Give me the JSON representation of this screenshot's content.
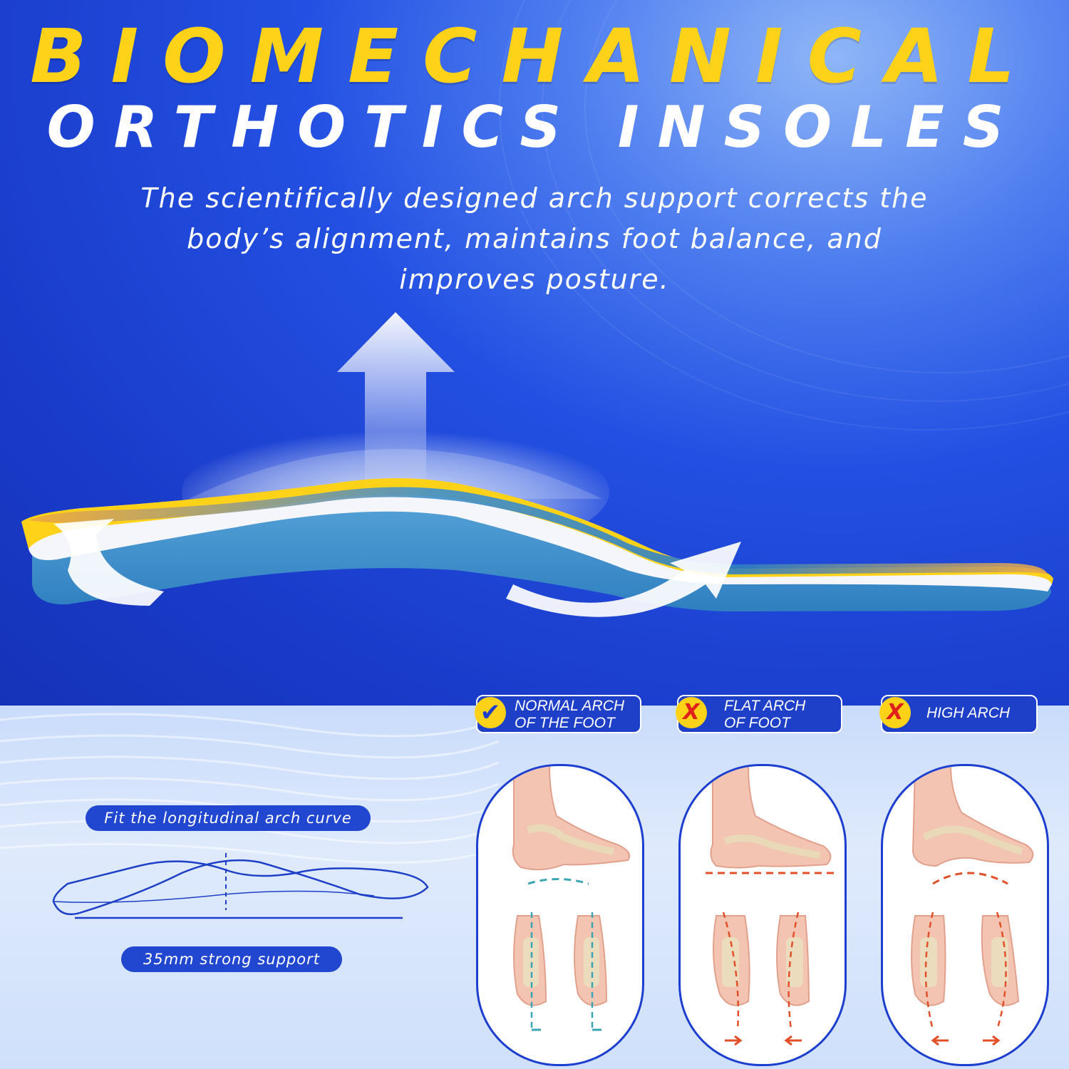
{
  "headline": {
    "line1": "BIOMECHANICAL",
    "line2": "ORTHOTICS INSOLES"
  },
  "description": {
    "line1": "The scientifically designed arch support corrects the",
    "line2": "body’s alignment, maintains foot balance, and",
    "line3": "improves posture."
  },
  "features": {
    "arch_curve_label": "Fit the longitudinal arch curve",
    "support_label": "35mm strong support"
  },
  "arch_types": [
    {
      "line1": "NORMAL ARCH",
      "line2": "OF THE FOOT",
      "status_icon": "check-icon"
    },
    {
      "line1": "FLAT ARCH",
      "line2": "OF FOOT",
      "status_icon": "x-icon"
    },
    {
      "line1": "HIGH ARCH",
      "line2": "",
      "status_icon": "x-icon"
    }
  ],
  "colors": {
    "brand_blue": "#1e3fc7",
    "accent_yellow": "#ffd21a",
    "correct_teal": "#3aa6b4",
    "wrong_orange": "#e2502a"
  }
}
